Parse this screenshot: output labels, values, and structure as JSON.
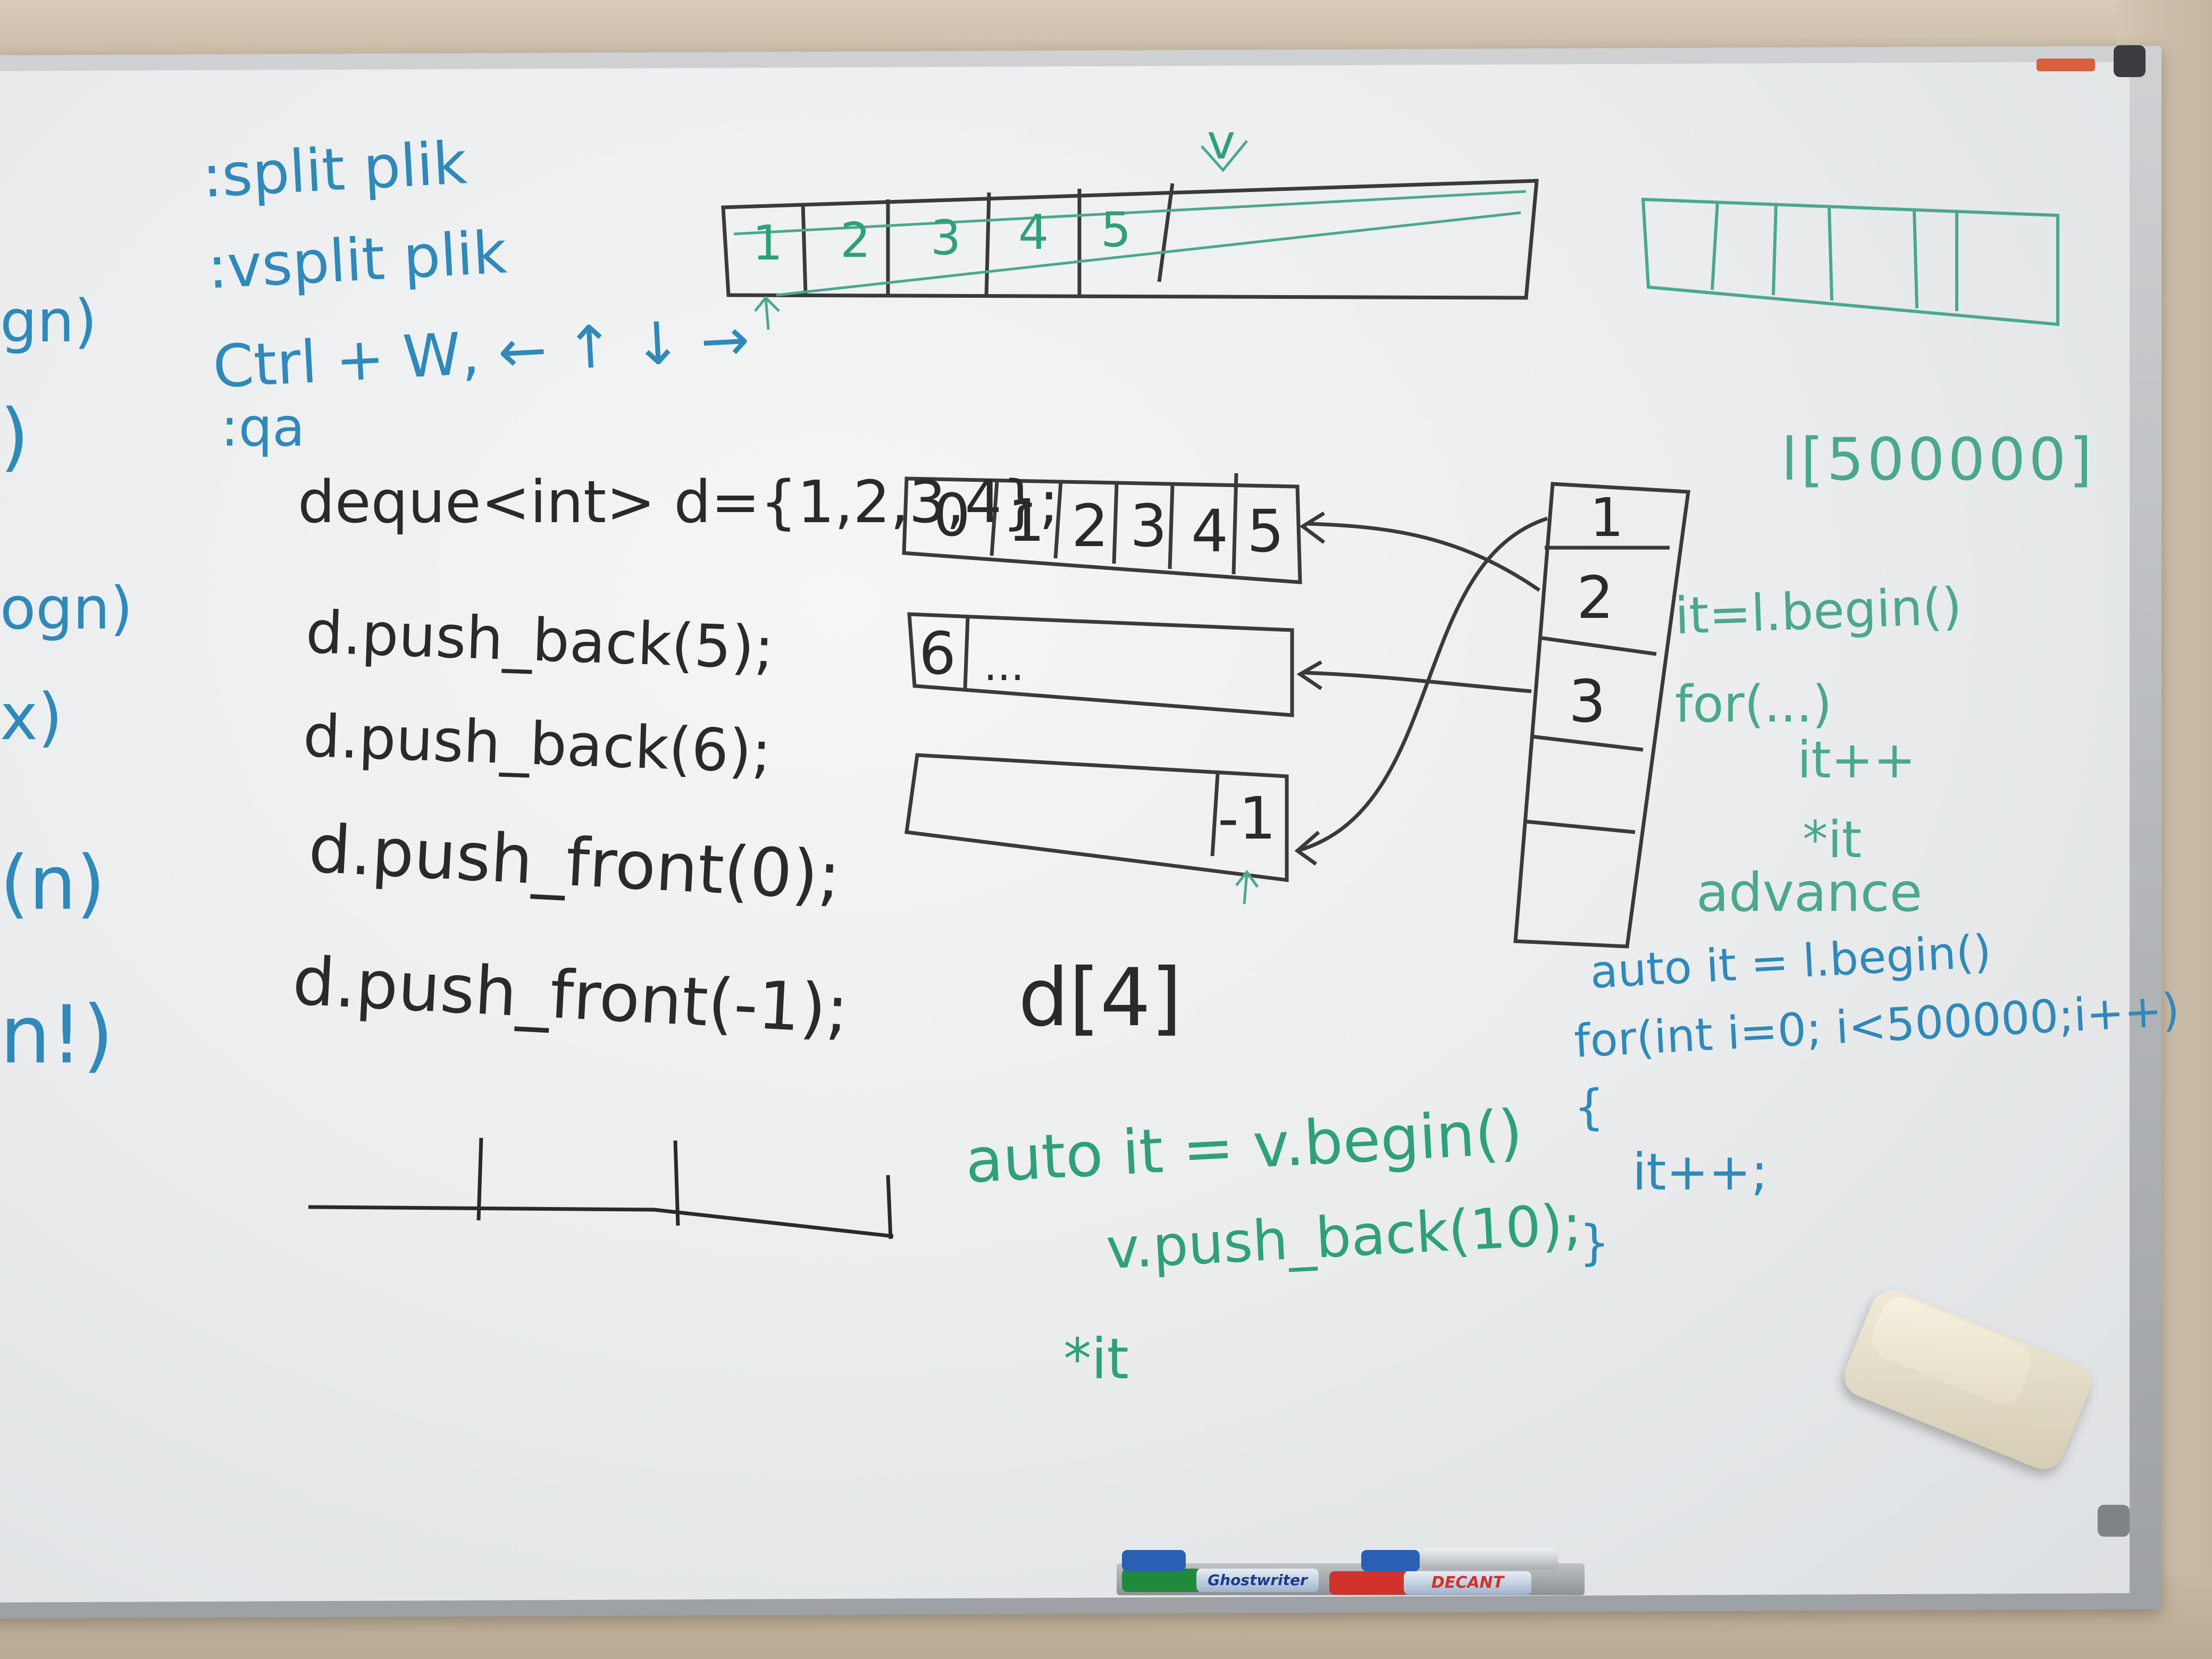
{
  "whiteboard": {
    "vim_notes": [
      ":split plik",
      ":vsplit plik",
      "Ctrl + W, ← ↑ ↓ →",
      ":qa"
    ],
    "left_edge_fragments": [
      "gn)",
      ")",
      "ogn)",
      "x)",
      "(n)",
      "n!)"
    ],
    "code_lines": [
      "deque<int> d={1,2,3,4};",
      "d.push_back(5);",
      "d.push_back(6);",
      "d.push_front(0);",
      "d.push_front(-1);"
    ],
    "top_label": "v",
    "top_array_cells": [
      "1",
      "2",
      "3",
      "4",
      "5"
    ],
    "deque_block1_cells": [
      "0",
      "1",
      "2",
      "3",
      "4",
      "5"
    ],
    "deque_block2_first": "6",
    "deque_block2_ellipsis": "...",
    "deque_block3_last": "-1",
    "index_expr": "d[4]",
    "map_cells": [
      "1",
      "2",
      "3"
    ],
    "list_code": "l[500000]",
    "iterator_notes": [
      "it=l.begin()",
      "for(...)",
      "it++",
      "*it",
      "advance"
    ],
    "loop_code": [
      "auto it = l.begin()",
      "for(int i=0; i<500000;i++)",
      "{",
      "it++;",
      "}"
    ],
    "vector_code": [
      "auto it = v.begin()",
      "v.push_back(10);",
      "*it"
    ]
  },
  "marker_labels": [
    "Ghostwriter",
    "DECANT"
  ]
}
